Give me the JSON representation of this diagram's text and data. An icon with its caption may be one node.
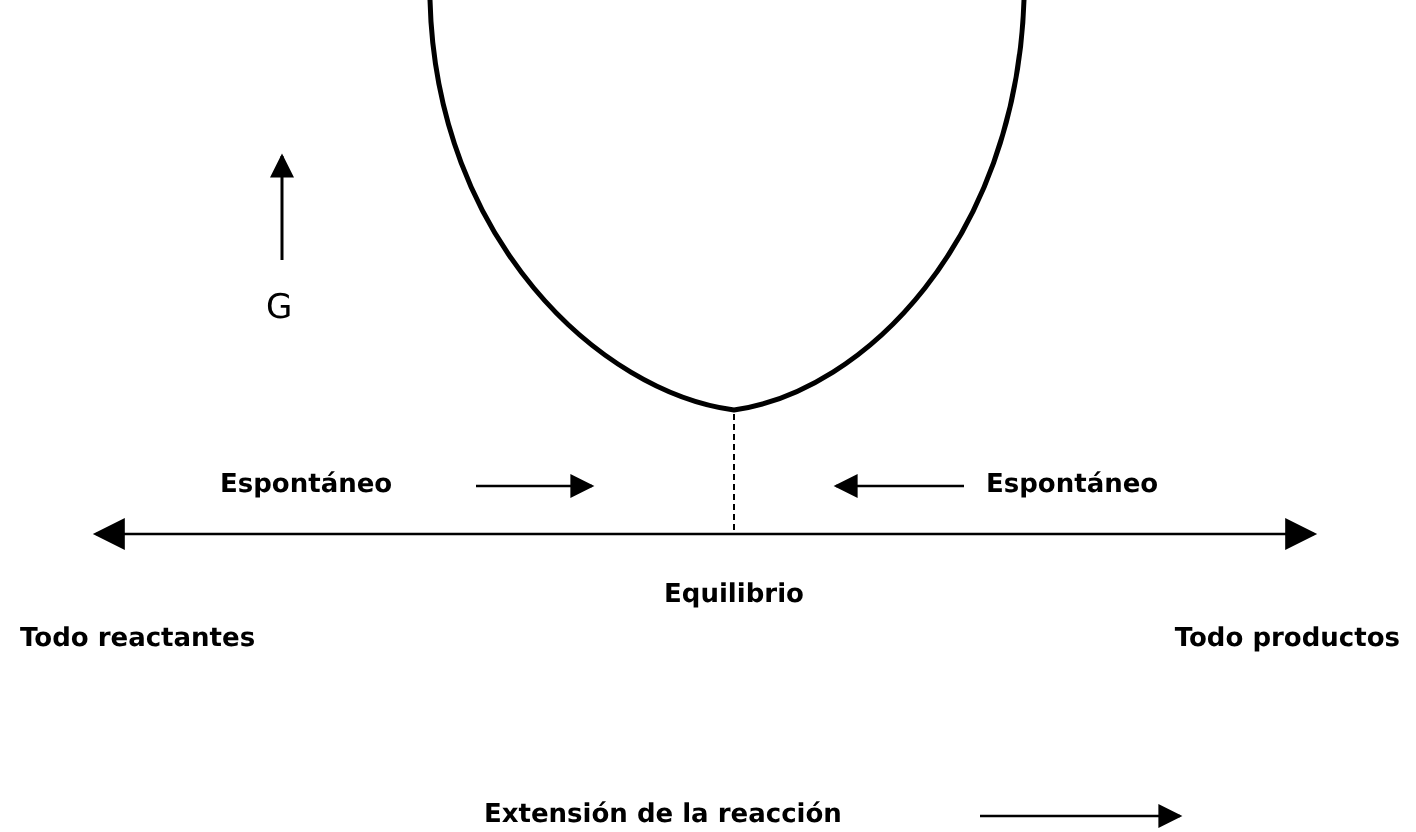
{
  "diagram": {
    "labels": [
      "G",
      "Espontáneo",
      "Espontáneo",
      "Equilibrio",
      "Todo reactantes",
      "Todo productos",
      "Extensión de la reacción"
    ]
  }
}
